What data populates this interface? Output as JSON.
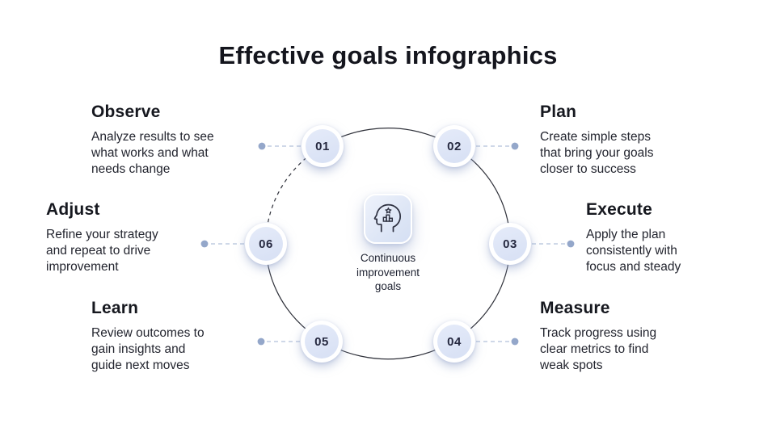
{
  "title": "Effective goals infographics",
  "center": {
    "icon": "head-with-star-and-chart-icon",
    "label": "Continuous\nimprovement\ngoals"
  },
  "steps": [
    {
      "num": "01",
      "title": "Observe",
      "desc": "Analyze results to see\nwhat works and what\nneeds change"
    },
    {
      "num": "02",
      "title": "Plan",
      "desc": "Create simple steps\nthat bring your goals\ncloser to success"
    },
    {
      "num": "03",
      "title": "Execute",
      "desc": "Apply the plan\nconsistently with\nfocus and steady"
    },
    {
      "num": "04",
      "title": "Measure",
      "desc": "Track progress using\nclear metrics to find\nweak spots"
    },
    {
      "num": "05",
      "title": "Learn",
      "desc": "Review outcomes to\ngain insights and\nguide next moves"
    },
    {
      "num": "06",
      "title": "Adjust",
      "desc": "Refine your strategy\nand repeat to drive\nimprovement"
    }
  ],
  "colors": {
    "background": "#ffffff",
    "title_text": "#14151d",
    "body_text": "#23252f",
    "node_fill": "#dce4f5",
    "node_ring": "#ffffff",
    "cycle_stroke": "#2e3039",
    "connector_dash": "#bfcbe0",
    "connector_dot": "#94a7ca",
    "badge_fill": "#dde6f6",
    "icon_stroke": "#2f3242"
  }
}
